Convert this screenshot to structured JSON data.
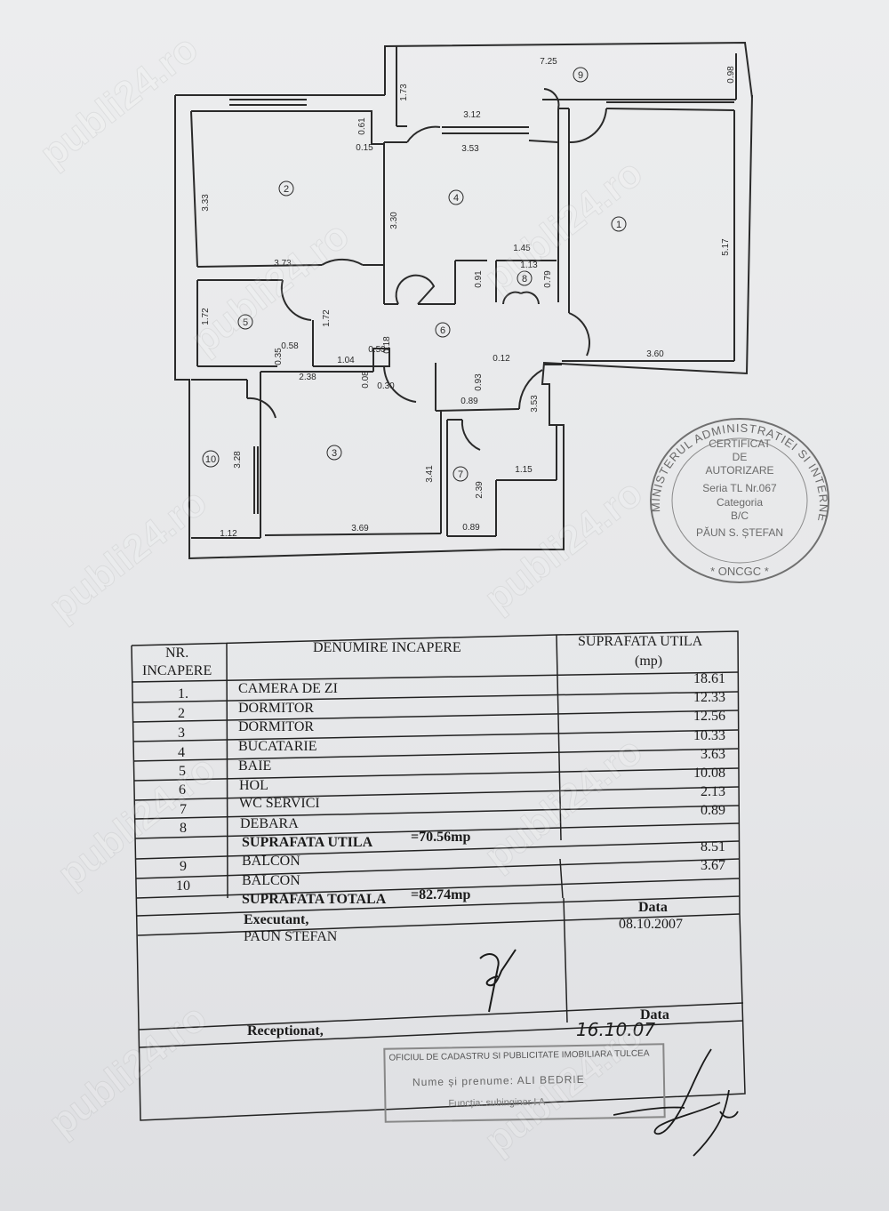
{
  "plan": {
    "rooms": [
      {
        "id": "1"
      },
      {
        "id": "2"
      },
      {
        "id": "3"
      },
      {
        "id": "4"
      },
      {
        "id": "5"
      },
      {
        "id": "6"
      },
      {
        "id": "7"
      },
      {
        "id": "8"
      },
      {
        "id": "9"
      },
      {
        "id": "10"
      }
    ],
    "dims": [
      "7.25",
      "0.98",
      "1.73",
      "3.12",
      "3.53",
      "0.61",
      "0.15",
      "3.33",
      "3.73",
      "3.30",
      "1.45",
      "1.13",
      "0.91",
      "0.79",
      "5.17",
      "3.60",
      "1.72",
      "1.72",
      "0.58",
      "0.35",
      "1.04",
      "0.53",
      "0.18",
      "0.08",
      "0.30",
      "2.38",
      "0.93",
      "0.12",
      "0.89",
      "3.53",
      "3.28",
      "3.41",
      "2.39",
      "1.15",
      "1.12",
      "3.69",
      "0.89"
    ]
  },
  "stamp": {
    "ring_top": "MINISTERUL ADMINISTRATIEI SI INTERNELOR",
    "ring_bottom": "* ONCGC *",
    "line1": "CERTIFICAT",
    "line2": "DE",
    "line3": "AUTORIZARE",
    "line4": "Seria TL Nr.067",
    "line5": "Categoria",
    "line6": "B/C",
    "line7": "PĂUN S. ȘTEFAN"
  },
  "table": {
    "header_nr": "NR.",
    "header_nr2": "INCAPERE",
    "header_name": "DENUMIRE INCAPERE",
    "header_area": "SUPRAFATA UTILA",
    "header_area_unit": "(mp)",
    "rows": [
      {
        "nr": "1.",
        "name": "CAMERA DE ZI",
        "area": "18.61"
      },
      {
        "nr": "2",
        "name": "DORMITOR",
        "area": "12.33"
      },
      {
        "nr": "3",
        "name": "DORMITOR",
        "area": "12.56"
      },
      {
        "nr": "4",
        "name": "BUCATARIE",
        "area": "10.33"
      },
      {
        "nr": "5",
        "name": "BAIE",
        "area": "3.63"
      },
      {
        "nr": "6",
        "name": "HOL",
        "area": "10.08"
      },
      {
        "nr": "7",
        "name": "WC SERVICI",
        "area": "2.13"
      },
      {
        "nr": "8",
        "name": "DEBARA",
        "area": "0.89"
      }
    ],
    "subtotal_label": "SUPRAFATA UTILA",
    "subtotal_value": "=70.56mp",
    "balcony_rows": [
      {
        "nr": "9",
        "name": "BALCON",
        "area": "8.51"
      },
      {
        "nr": "10",
        "name": "BALCON",
        "area": "3.67"
      }
    ],
    "total_label": "SUPRAFATA TOTALA",
    "total_value": "=82.74mp",
    "executant_label": "Executant,",
    "executant_name": "PAUN STEFAN",
    "date_label": "Data",
    "date_value": "08.10.2007",
    "receptionat_label": "Receptionat,",
    "date_label_2": "Data",
    "date_value_2": "16.10.07"
  },
  "office_stamp": {
    "line1": "OFICIUL DE CADASTRU SI PUBLICITATE IMOBILIARA TULCEA",
    "line2": "Nume și prenume: ALI BEDRIE",
    "line3": "Funcția: subinginer I A"
  },
  "watermark": "publi24.ro"
}
